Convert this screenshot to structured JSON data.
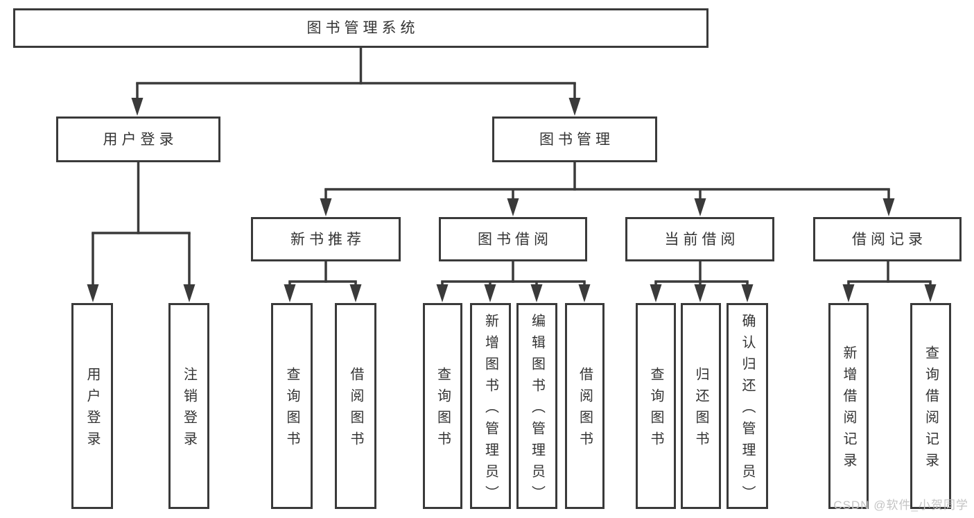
{
  "nodes": {
    "root": {
      "label": "图书管理系统"
    },
    "user-login": {
      "label": "用户登录"
    },
    "book-mgmt": {
      "label": "图书管理"
    },
    "login-user-login": {
      "label": "用户登录"
    },
    "login-logout": {
      "label": "注销登录"
    },
    "new-book-rec": {
      "label": "新书推荐"
    },
    "book-borrow": {
      "label": "图书借阅"
    },
    "current-borrow": {
      "label": "当前借阅"
    },
    "borrow-records": {
      "label": "借阅记录"
    },
    "rec-query-book": {
      "label": "查询图书"
    },
    "rec-borrow-book": {
      "label": "借阅图书"
    },
    "bor-query-book": {
      "label": "查询图书"
    },
    "bor-add-book": {
      "label": "新增图书（管理员）"
    },
    "bor-edit-book": {
      "label": "编辑图书（管理员）"
    },
    "bor-borrow-book": {
      "label": "借阅图书"
    },
    "cur-query-book": {
      "label": "查询图书"
    },
    "cur-return-book": {
      "label": "归还图书"
    },
    "cur-confirm-return": {
      "label": "确认归还（管理员）"
    },
    "rcd-add-record": {
      "label": "新增借阅记录"
    },
    "rcd-query-record": {
      "label": "查询借阅记录"
    }
  },
  "tree": {
    "label": "图书管理系统",
    "children": [
      {
        "label": "用户登录",
        "children": [
          {
            "label": "用户登录"
          },
          {
            "label": "注销登录"
          }
        ]
      },
      {
        "label": "图书管理",
        "children": [
          {
            "label": "新书推荐",
            "children": [
              {
                "label": "查询图书"
              },
              {
                "label": "借阅图书"
              }
            ]
          },
          {
            "label": "图书借阅",
            "children": [
              {
                "label": "查询图书"
              },
              {
                "label": "新增图书（管理员）"
              },
              {
                "label": "编辑图书（管理员）"
              },
              {
                "label": "借阅图书"
              }
            ]
          },
          {
            "label": "当前借阅",
            "children": [
              {
                "label": "查询图书"
              },
              {
                "label": "归还图书"
              },
              {
                "label": "确认归还（管理员）"
              }
            ]
          },
          {
            "label": "借阅记录",
            "children": [
              {
                "label": "新增借阅记录"
              },
              {
                "label": "查询借阅记录"
              }
            ]
          }
        ]
      }
    ]
  },
  "watermark": {
    "text": "CSDN @软件_小贺同学"
  },
  "colors": {
    "line": "#3a3a3a",
    "text": "#333333",
    "watermark": "#c4c4c4",
    "background": "#ffffff"
  }
}
